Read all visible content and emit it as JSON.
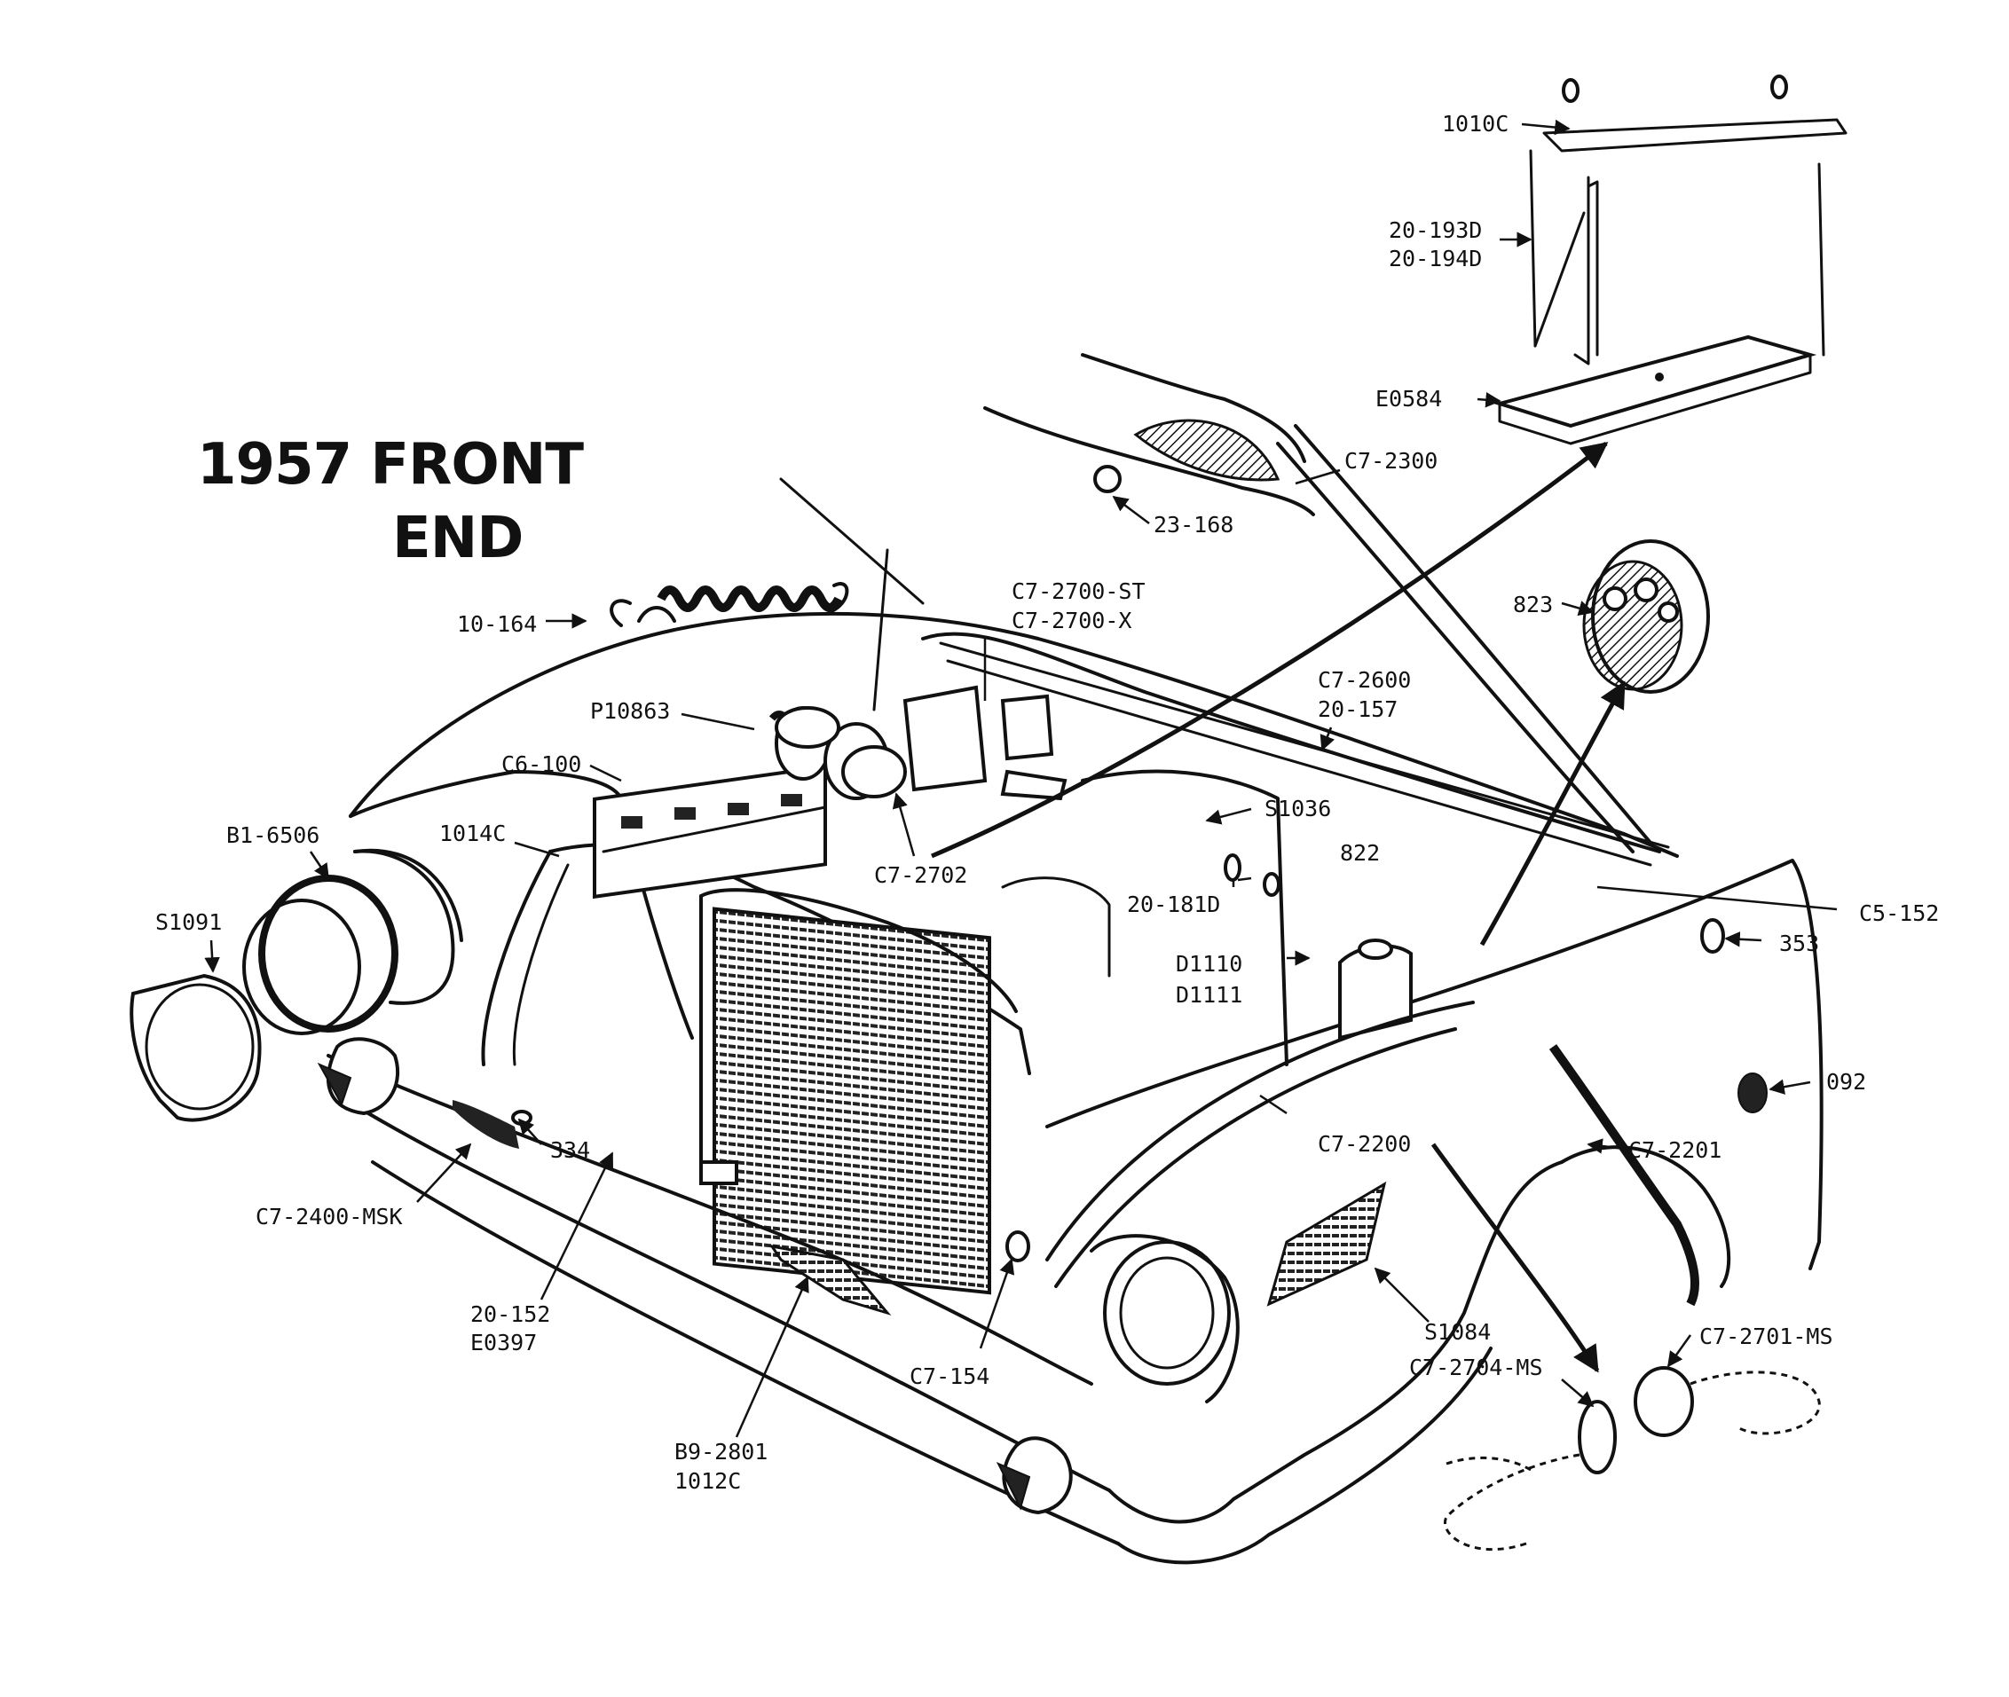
{
  "title": {
    "line1": "1957 FRONT",
    "line2": "END"
  },
  "part_labels": {
    "p1010C": "1010C",
    "p20_193D": "20-193D",
    "p20_194D": "20-194D",
    "pE0584": "E0584",
    "pC7_2300": "C7-2300",
    "p23_168": "23-168",
    "p823": "823",
    "p10_164": "10-164",
    "pC7_2700_ST": "C7-2700-ST",
    "pC7_2700_X": "C7-2700-X",
    "pC7_2600": "C7-2600",
    "p20_157": "20-157",
    "pP10863": "P10863",
    "pC6_100": "C6-100",
    "pS1036": "S1036",
    "pB1_6506": "B1-6506",
    "p1014C": "1014C",
    "pC7_2702": "C7-2702",
    "p822": "822",
    "p20_181D": "20-181D",
    "pC5_152": "C5-152",
    "pS1091": "S1091",
    "p353": "353",
    "pD1110": "D1110",
    "pD1111": "D1111",
    "p092": "092",
    "p334": "334",
    "pC7_2200": "C7-2200",
    "pC7_2201": "C7-2201",
    "pC7_2400_MSK": "C7-2400-MSK",
    "p20_152": "20-152",
    "pE0397": "E0397",
    "pS1084": "S1084",
    "pC7_2701_MS": "C7-2701-MS",
    "pC7_2704_MS": "C7-2704-MS",
    "pC7_154": "C7-154",
    "pB9_2801": "B9-2801",
    "p1012C": "1012C"
  }
}
